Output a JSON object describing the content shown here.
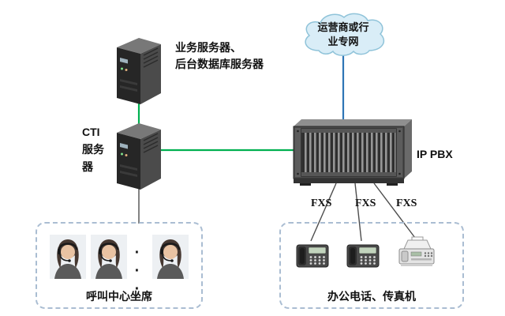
{
  "nodes": {
    "app_server": {
      "line1": "业务服务器、",
      "line2": "后台数据库服务器"
    },
    "cti_server": {
      "line1": "CTI",
      "line2": "服务",
      "line3": "器"
    },
    "cloud": {
      "line1": "运营商或行",
      "line2": "业专网"
    },
    "ip_pbx": {
      "label": "IP PBX"
    },
    "agents_group": {
      "label": "呼叫中心坐席",
      "ellipsis": "· · ·"
    },
    "devices_group": {
      "label": "办公电话、传真机"
    }
  },
  "links": {
    "fxs1": "FXS",
    "fxs2": "FXS",
    "fxs3": "FXS"
  },
  "colors": {
    "link_green": "#00b050",
    "link_blue": "#2e75b6",
    "link_dark": "#4d4d4d",
    "group_border": "#aabdd2",
    "cloud_fill": "#d9edf7",
    "cloud_stroke": "#8fc3d9"
  }
}
